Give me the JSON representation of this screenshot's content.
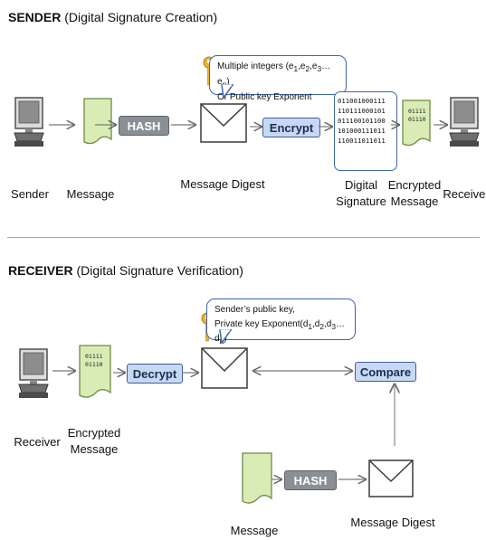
{
  "sender_section": {
    "heading_bold": "SENDER",
    "heading_rest": "(Digital Signature Creation)",
    "callout_line1": "Multiple integers (e",
    "callout_line1_tail": ")",
    "callout_subs": [
      "1",
      "2",
      "3",
      "n"
    ],
    "callout_line2": "Or Public key Exponent",
    "hash_label": "HASH",
    "encrypt_label": "Encrypt",
    "binary_lines": [
      "011001000111",
      "110111000101",
      "011100101100",
      "101000111011",
      "110011011011"
    ],
    "encrypted_doc_lines": [
      "01111",
      "01110"
    ],
    "labels": {
      "sender": "Sender",
      "message": "Message",
      "message_digest": "Message Digest",
      "digital_signature": [
        "Digital",
        "Signature"
      ],
      "encrypted_message": [
        "Encrypted",
        "Message"
      ],
      "receiver": "Receiver"
    }
  },
  "receiver_section": {
    "heading_bold": "RECEIVER",
    "heading_rest": "(Digital Signature Verification)",
    "callout_line1": "Sender’s public key,",
    "callout_line2": "Private key Exponent(d",
    "callout_line2_tail": ")",
    "callout_subs": [
      "1",
      "2",
      "3",
      "n"
    ],
    "decrypt_label": "Decrypt",
    "compare_label": "Compare",
    "hash_label": "HASH",
    "encrypted_doc_lines": [
      "01111",
      "01110"
    ],
    "labels": {
      "receiver": "Receiver",
      "encrypted_message": [
        "Encrypted",
        "Message"
      ],
      "message": "Message",
      "message_digest": "Message Digest"
    }
  },
  "colors": {
    "blue_box_fill": "#c7d8f2",
    "blue_border": "#3e66a8",
    "hash_fill": "#8a8f95",
    "document_fill": "#d9ecb6",
    "key_color": "#e9b233",
    "divider": "#8fb1d8"
  },
  "icons": [
    "computer-icon",
    "document-icon",
    "envelope-icon",
    "key-icon",
    "arrow-icon"
  ]
}
